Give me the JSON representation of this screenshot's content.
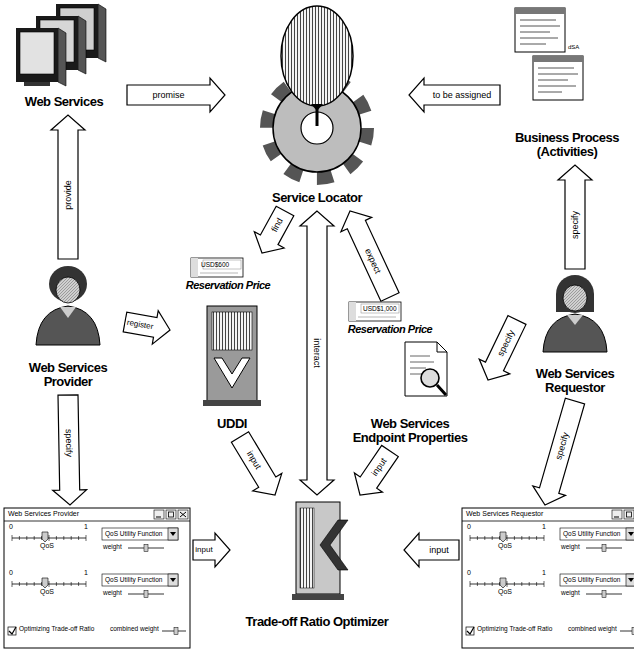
{
  "diagram": {
    "nodes": [
      {
        "text": [
          "Web Services"
        ]
      },
      {
        "text": [
          "Service Locator"
        ]
      },
      {
        "text": [
          "Business Process (Activities)"
        ]
      },
      {
        "text": [
          "Web Services Provider"
        ]
      },
      {
        "text": [
          "UDDI"
        ]
      },
      {
        "text": [
          "USD$600",
          "Reservation Price"
        ],
        "in": 4
      },
      {
        "text": [
          "Web Services Endpoint Properties"
        ]
      },
      {
        "text": [
          "USD$1,000",
          "Reservation Price"
        ],
        "in": 6
      },
      {
        "text": [
          "Web Services Requestor"
        ]
      },
      {
        "text": [
          "Web Services Provider",
          "0",
          "1",
          "QoS",
          "QoS Utility Function",
          "weight",
          "0",
          "1",
          "QoS",
          "QoS Utility Function",
          "weight",
          "Optimizing Trade-off Ratio",
          "combined weight"
        ]
      },
      {
        "text": [
          "Trade-off Ratio Optimizer"
        ]
      },
      {
        "text": [
          "Web Services Requestor",
          "0",
          "1",
          "QoS",
          "QoS Utility Function",
          "weight",
          "0",
          "1",
          "QoS",
          "QoS Utility Function",
          "weight",
          "Optimizing Trade-off Ratio",
          "combined weight"
        ]
      }
    ],
    "edges": [
      {
        "from": 0,
        "to": 1,
        "arrow": "to",
        "label": "promise"
      },
      {
        "from": 2,
        "to": 1,
        "arrow": "to",
        "label": "to be assigned"
      },
      {
        "from": 3,
        "to": 0,
        "arrow": "to",
        "label": "provide"
      },
      {
        "from": 8,
        "to": 2,
        "arrow": "to",
        "label": "specify"
      },
      {
        "from": 1,
        "to": 4,
        "arrow": "to",
        "label": "find"
      },
      {
        "from": 3,
        "to": 4,
        "arrow": "to",
        "label": "register"
      },
      {
        "from": 6,
        "to": 1,
        "arrow": "to",
        "label": "expect"
      },
      {
        "from": 8,
        "to": 6,
        "arrow": "to",
        "label": "specify"
      },
      {
        "from": 1,
        "to": 10,
        "arrow": "both",
        "label": "interact"
      },
      {
        "from": 4,
        "to": 10,
        "arrow": "to",
        "label": "input"
      },
      {
        "from": 6,
        "to": 10,
        "arrow": "to",
        "label": "input"
      },
      {
        "from": 3,
        "to": 9,
        "arrow": "to",
        "label": "specify"
      },
      {
        "from": 8,
        "to": 11,
        "arrow": "to",
        "label": "specify"
      },
      {
        "from": 9,
        "to": 10,
        "arrow": "to",
        "label": "input"
      },
      {
        "from": 11,
        "to": 10,
        "arrow": "to",
        "label": "input"
      }
    ],
    "labels": [
      "dSA"
    ]
  }
}
